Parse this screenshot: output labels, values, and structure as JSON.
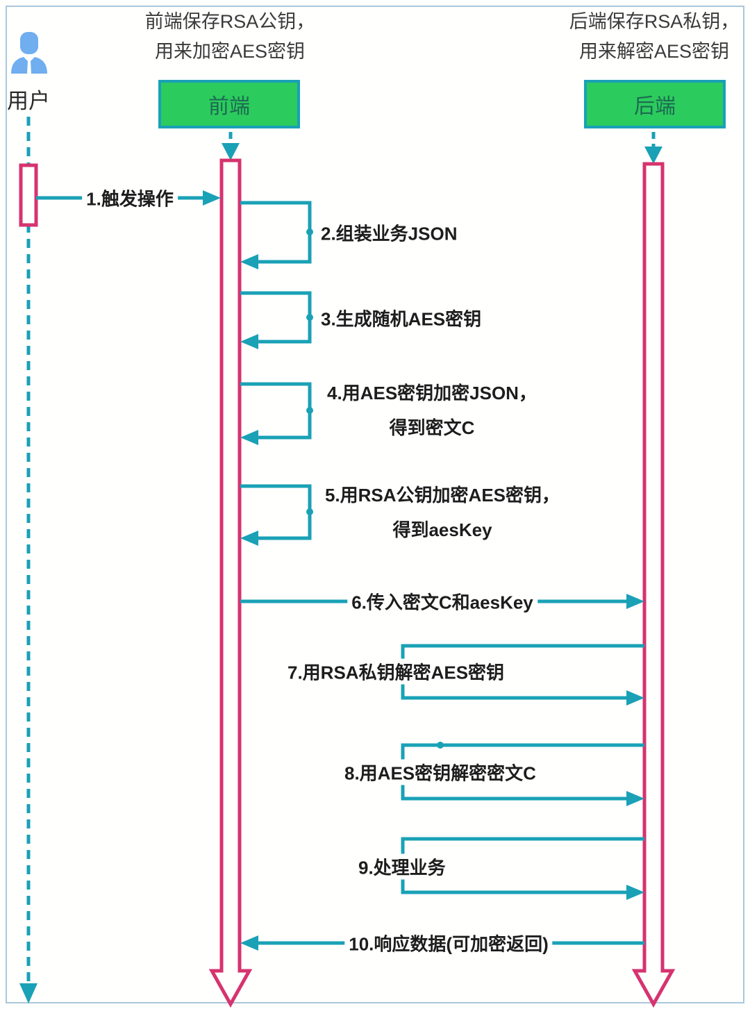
{
  "notes": {
    "frontend": [
      "前端保存RSA公钥，",
      "用来加密AES密钥"
    ],
    "backend": [
      "后端保存RSA私钥，",
      "用来解密AES密钥"
    ]
  },
  "actors": {
    "user": "用户",
    "frontend": "前端",
    "backend": "后端"
  },
  "sequence": {
    "messages": [
      {
        "n": 1,
        "from": "用户",
        "to": "前端",
        "kind": "message",
        "text": "1.触发操作"
      },
      {
        "n": 2,
        "actor": "前端",
        "kind": "self",
        "text": "2.组装业务JSON"
      },
      {
        "n": 3,
        "actor": "前端",
        "kind": "self",
        "text": "3.生成随机AES密钥"
      },
      {
        "n": 4,
        "actor": "前端",
        "kind": "self",
        "lines": [
          "4.用AES密钥加密JSON，",
          "得到密文C"
        ]
      },
      {
        "n": 5,
        "actor": "前端",
        "kind": "self",
        "lines": [
          "5.用RSA公钥加密AES密钥，",
          "得到aesKey"
        ]
      },
      {
        "n": 6,
        "from": "前端",
        "to": "后端",
        "kind": "message",
        "text": "6.传入密文C和aesKey"
      },
      {
        "n": 7,
        "actor": "后端",
        "kind": "self",
        "text": "7.用RSA私钥解密AES密钥"
      },
      {
        "n": 8,
        "actor": "后端",
        "kind": "self",
        "text": "8.用AES密钥解密密文C"
      },
      {
        "n": 9,
        "actor": "后端",
        "kind": "self",
        "text": "9.处理业务"
      },
      {
        "n": 10,
        "from": "后端",
        "to": "前端",
        "kind": "message",
        "text": "10.响应数据(可加密返回)"
      }
    ]
  },
  "colors": {
    "teal": "#1AA1B6",
    "pink": "#D6336F",
    "green": "#2CCB5E",
    "icon_blue": "#70AEF0",
    "frame": "#a9c7db"
  }
}
